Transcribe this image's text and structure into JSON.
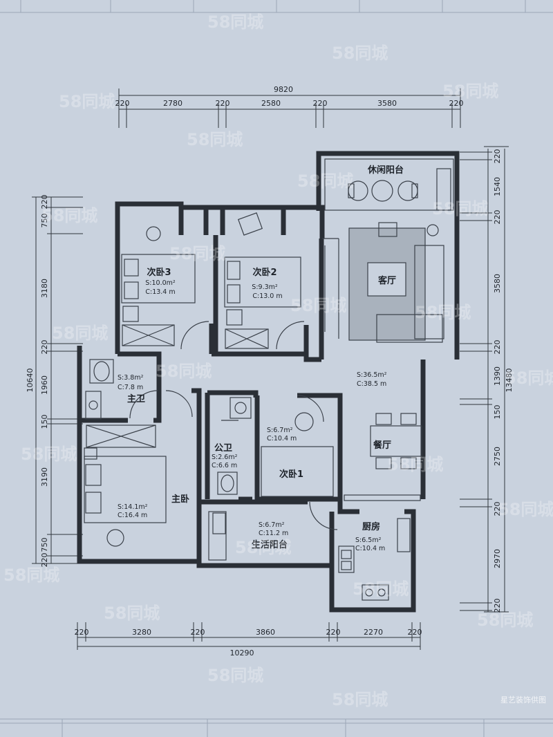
{
  "dimensions": {
    "top_total": "9820",
    "top": [
      "220",
      "2780",
      "220",
      "2580",
      "220",
      "3580",
      "220"
    ],
    "bottom": [
      "220",
      "3280",
      "220",
      "3860",
      "220",
      "2270",
      "220"
    ],
    "bottom_total": "10290",
    "left_total": "10640",
    "left": [
      "220",
      "750",
      "3180",
      "220",
      "1960",
      "150",
      "3190",
      "750",
      "220"
    ],
    "right_total": "13480",
    "right": [
      "220",
      "1540",
      "220",
      "3580",
      "220",
      "1390",
      "150",
      "2750",
      "220",
      "2970",
      "220"
    ]
  },
  "rooms": {
    "leisure_balcony": {
      "name": "休闲阳台"
    },
    "living": {
      "name": "客厅"
    },
    "bedroom3": {
      "name": "次卧3",
      "s": "S:10.0m²",
      "c": "C:13.4 m"
    },
    "bedroom2": {
      "name": "次卧2",
      "s": "S:9.3m²",
      "c": "C:13.0 m"
    },
    "master_bath": {
      "name": "主卫",
      "s": "S:3.8m²",
      "c": "C:7.8 m"
    },
    "public_bath": {
      "name": "公卫",
      "s": "S:2.6m²",
      "c": "C:6.6 m"
    },
    "hall": {
      "s": "S:36.5m²",
      "c": "C:38.5 m"
    },
    "bedroom1": {
      "name": "次卧1",
      "s": "S:6.7m²",
      "c": "C:10.4 m"
    },
    "dining": {
      "name": "餐厅"
    },
    "master": {
      "name": "主卧",
      "s": "S:14.1m²",
      "c": "C:16.4 m"
    },
    "utility_balcony": {
      "name": "生活阳台",
      "s": "S:6.7m²",
      "c": "C:11.2 m"
    },
    "kitchen": {
      "name": "厨房",
      "s": "S:6.5m²",
      "c": "C:10.4 m"
    }
  },
  "watermark": "58同城",
  "credit": "星艺装饰供图"
}
